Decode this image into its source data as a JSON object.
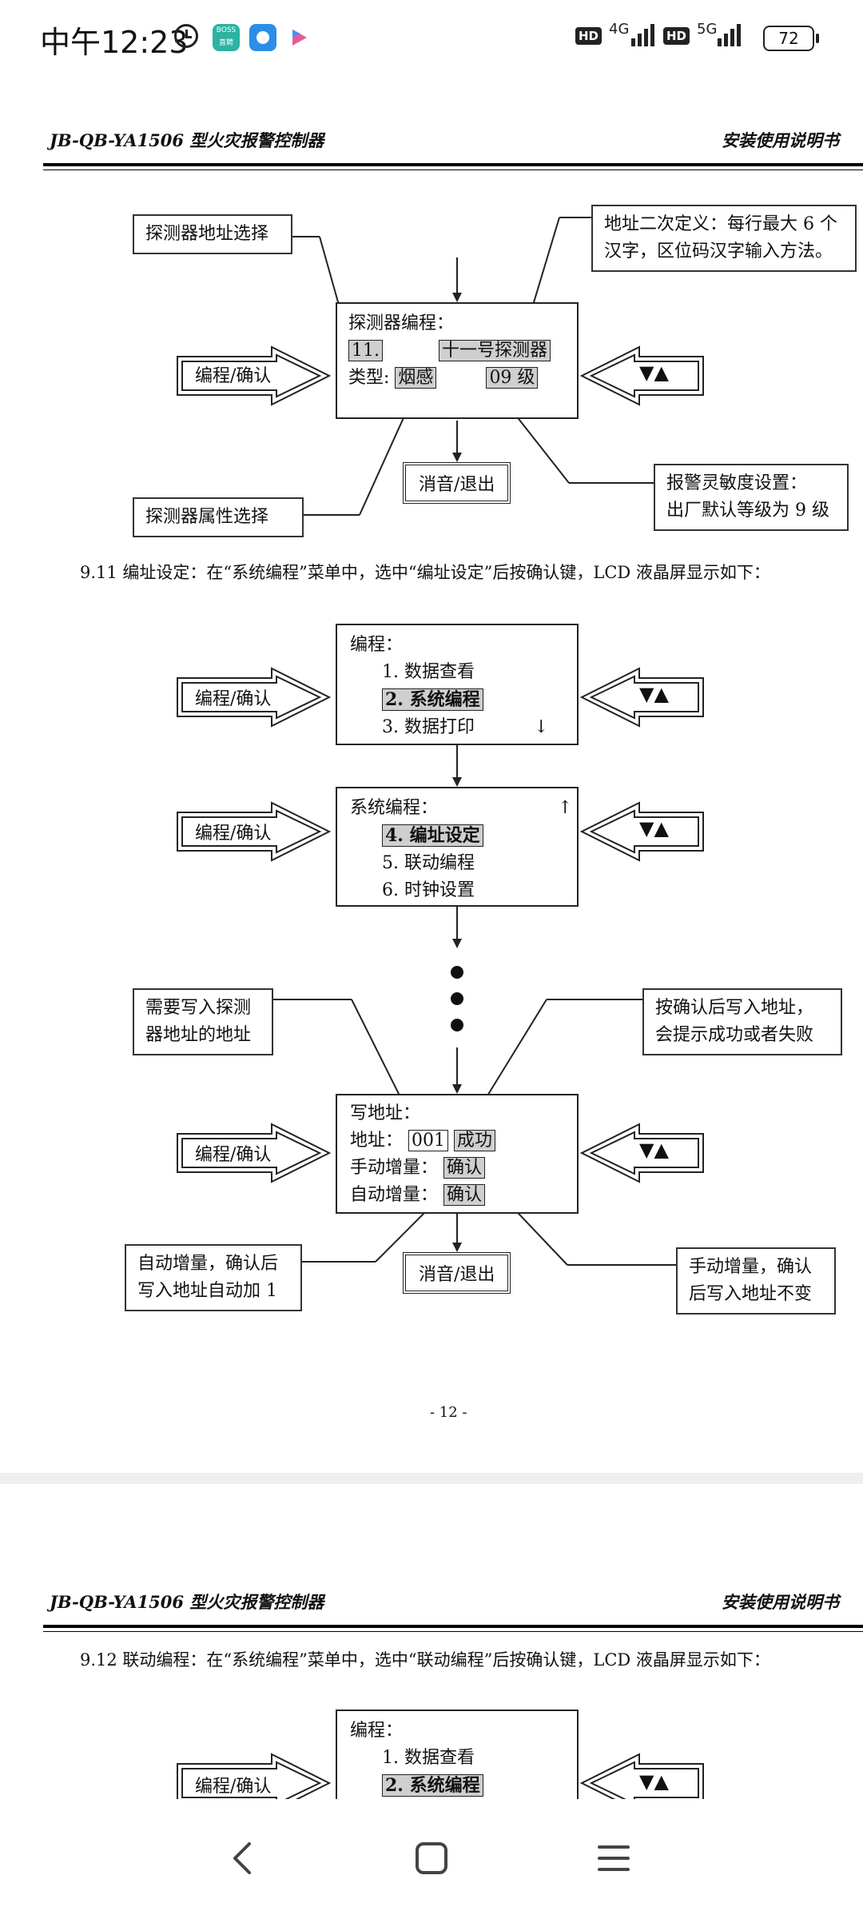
{
  "status_bar": {
    "time": "中午12:23",
    "network_1": "4G",
    "network_2": "5G",
    "battery": "72",
    "app_icons": [
      "alarm-icon",
      "boss-app-icon",
      "blue-app-icon",
      "video-app-icon"
    ]
  },
  "page1": {
    "header_left": "JB-QB-YA1506 型火灾报警控制器",
    "header_right": "安装使用说明书",
    "diagram_a": {
      "callout_detector_addr": "探测器地址选择",
      "callout_secondary_def": [
        "地址二次定义：每行最大 6 个",
        "汉字，区位码汉字输入方法。"
      ],
      "lcd": {
        "title": "探测器编程：",
        "addr": "11.",
        "name": "十一号探测器",
        "type_label": "类型:",
        "type_value": "烟感",
        "level": "09 级"
      },
      "btn_program": "编程/确认",
      "btn_arrows": "▼▲",
      "btn_mute": "消音/退出",
      "callout_attr": "探测器属性选择",
      "callout_sensitivity": [
        "报警灵敏度设置：",
        "出厂默认等级为 9 级"
      ]
    },
    "section_9_11": "9.11  编址设定：在“系统编程”菜单中，选中“编址设定”后按确认键，LCD 液晶屏显示如下：",
    "diagram_b": {
      "menu1": {
        "title": "编程：",
        "items": [
          "1.  数据查看",
          "2.  系统编程",
          "3.  数据打印"
        ],
        "arrow": "↓"
      },
      "menu2": {
        "title": "系统编程：",
        "items": [
          "4.  编址设定",
          "5.  联动编程",
          "6.  时钟设置"
        ],
        "arrow": "↑"
      },
      "callout_need_addr": [
        "需要写入探测",
        "器地址的地址"
      ],
      "callout_confirm": [
        "按确认后写入地址，",
        "会提示成功或者失败"
      ],
      "write_lcd": {
        "title": "写地址：",
        "addr_label": "地址：",
        "addr_value": "001",
        "result": "成功",
        "manual_label": "手动增量：",
        "manual_btn": "确认",
        "auto_label": "自动增量：",
        "auto_btn": "确认"
      },
      "callout_auto": [
        "自动增量，确认后",
        "写入地址自动加 1"
      ],
      "callout_manual": [
        "手动增量，确认",
        "后写入地址不变"
      ],
      "btn_program": "编程/确认",
      "btn_arrows": "▼▲",
      "btn_mute": "消音/退出"
    },
    "page_number": "- 12 -"
  },
  "page2": {
    "header_left": "JB-QB-YA1506 型火灾报警控制器",
    "header_right": "安装使用说明书",
    "section_9_12": "9.12   联动编程：在“系统编程”菜单中，选中“联动编程”后按确认键，LCD 液晶屏显示如下：",
    "menu": {
      "title": "编程：",
      "items": [
        "1.  数据查看",
        "2.  系统编程"
      ]
    },
    "btn_program": "编程/确认",
    "btn_arrows": "▼▲"
  },
  "nav_bar": {
    "back": "back-icon",
    "home": "home-icon",
    "menu": "menu-icon"
  }
}
